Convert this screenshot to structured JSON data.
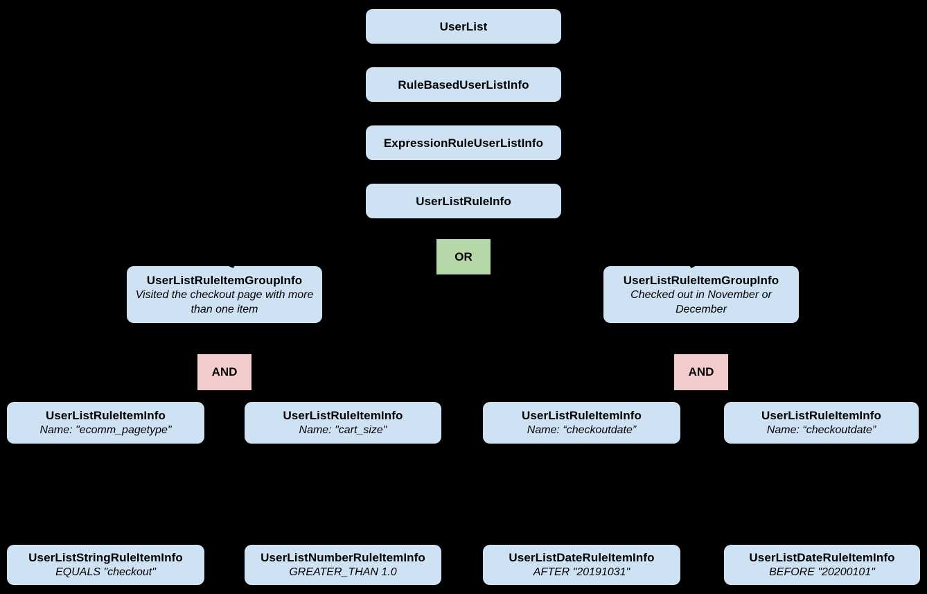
{
  "diagram": {
    "background_color": "#000000",
    "node_color": "#cfe2f3",
    "or_color": "#b6d7a8",
    "and_color": "#f4cccc",
    "text_color": "#000000",
    "nodes": {
      "user_list": {
        "title": "UserList"
      },
      "rule_based": {
        "title": "RuleBasedUserListInfo"
      },
      "expression_rule": {
        "title": "ExpressionRuleUserListInfo"
      },
      "user_list_rule": {
        "title": "UserListRuleInfo"
      },
      "group_left": {
        "title": "UserListRuleItemGroupInfo",
        "subtitle": "Visited the checkout page with more than one item"
      },
      "group_right": {
        "title": "UserListRuleItemGroupInfo",
        "subtitle": "Checked out in November or December"
      },
      "item_ecomm": {
        "title": "UserListRuleItemInfo",
        "subtitle": "Name: \"ecomm_pagetype\""
      },
      "item_cart": {
        "title": "UserListRuleItemInfo",
        "subtitle": "Name: \"cart_size\""
      },
      "item_checkout1": {
        "title": "UserListRuleItemInfo",
        "subtitle": "Name: “checkoutdate”"
      },
      "item_checkout2": {
        "title": "UserListRuleItemInfo",
        "subtitle": "Name: “checkoutdate”"
      },
      "leaf_string": {
        "title": "UserListStringRuleItemInfo",
        "subtitle": "EQUALS \"checkout\""
      },
      "leaf_number": {
        "title": "UserListNumberRuleItemInfo",
        "subtitle": "GREATER_THAN 1.0"
      },
      "leaf_date_after": {
        "title": "UserListDateRuleItemInfo",
        "subtitle": "AFTER \"20191031\""
      },
      "leaf_date_before": {
        "title": "UserListDateRuleItemInfo",
        "subtitle": "BEFORE \"20200101\""
      }
    },
    "operators": {
      "or": {
        "label": "OR"
      },
      "and_left": {
        "label": "AND"
      },
      "and_right": {
        "label": "AND"
      }
    }
  }
}
